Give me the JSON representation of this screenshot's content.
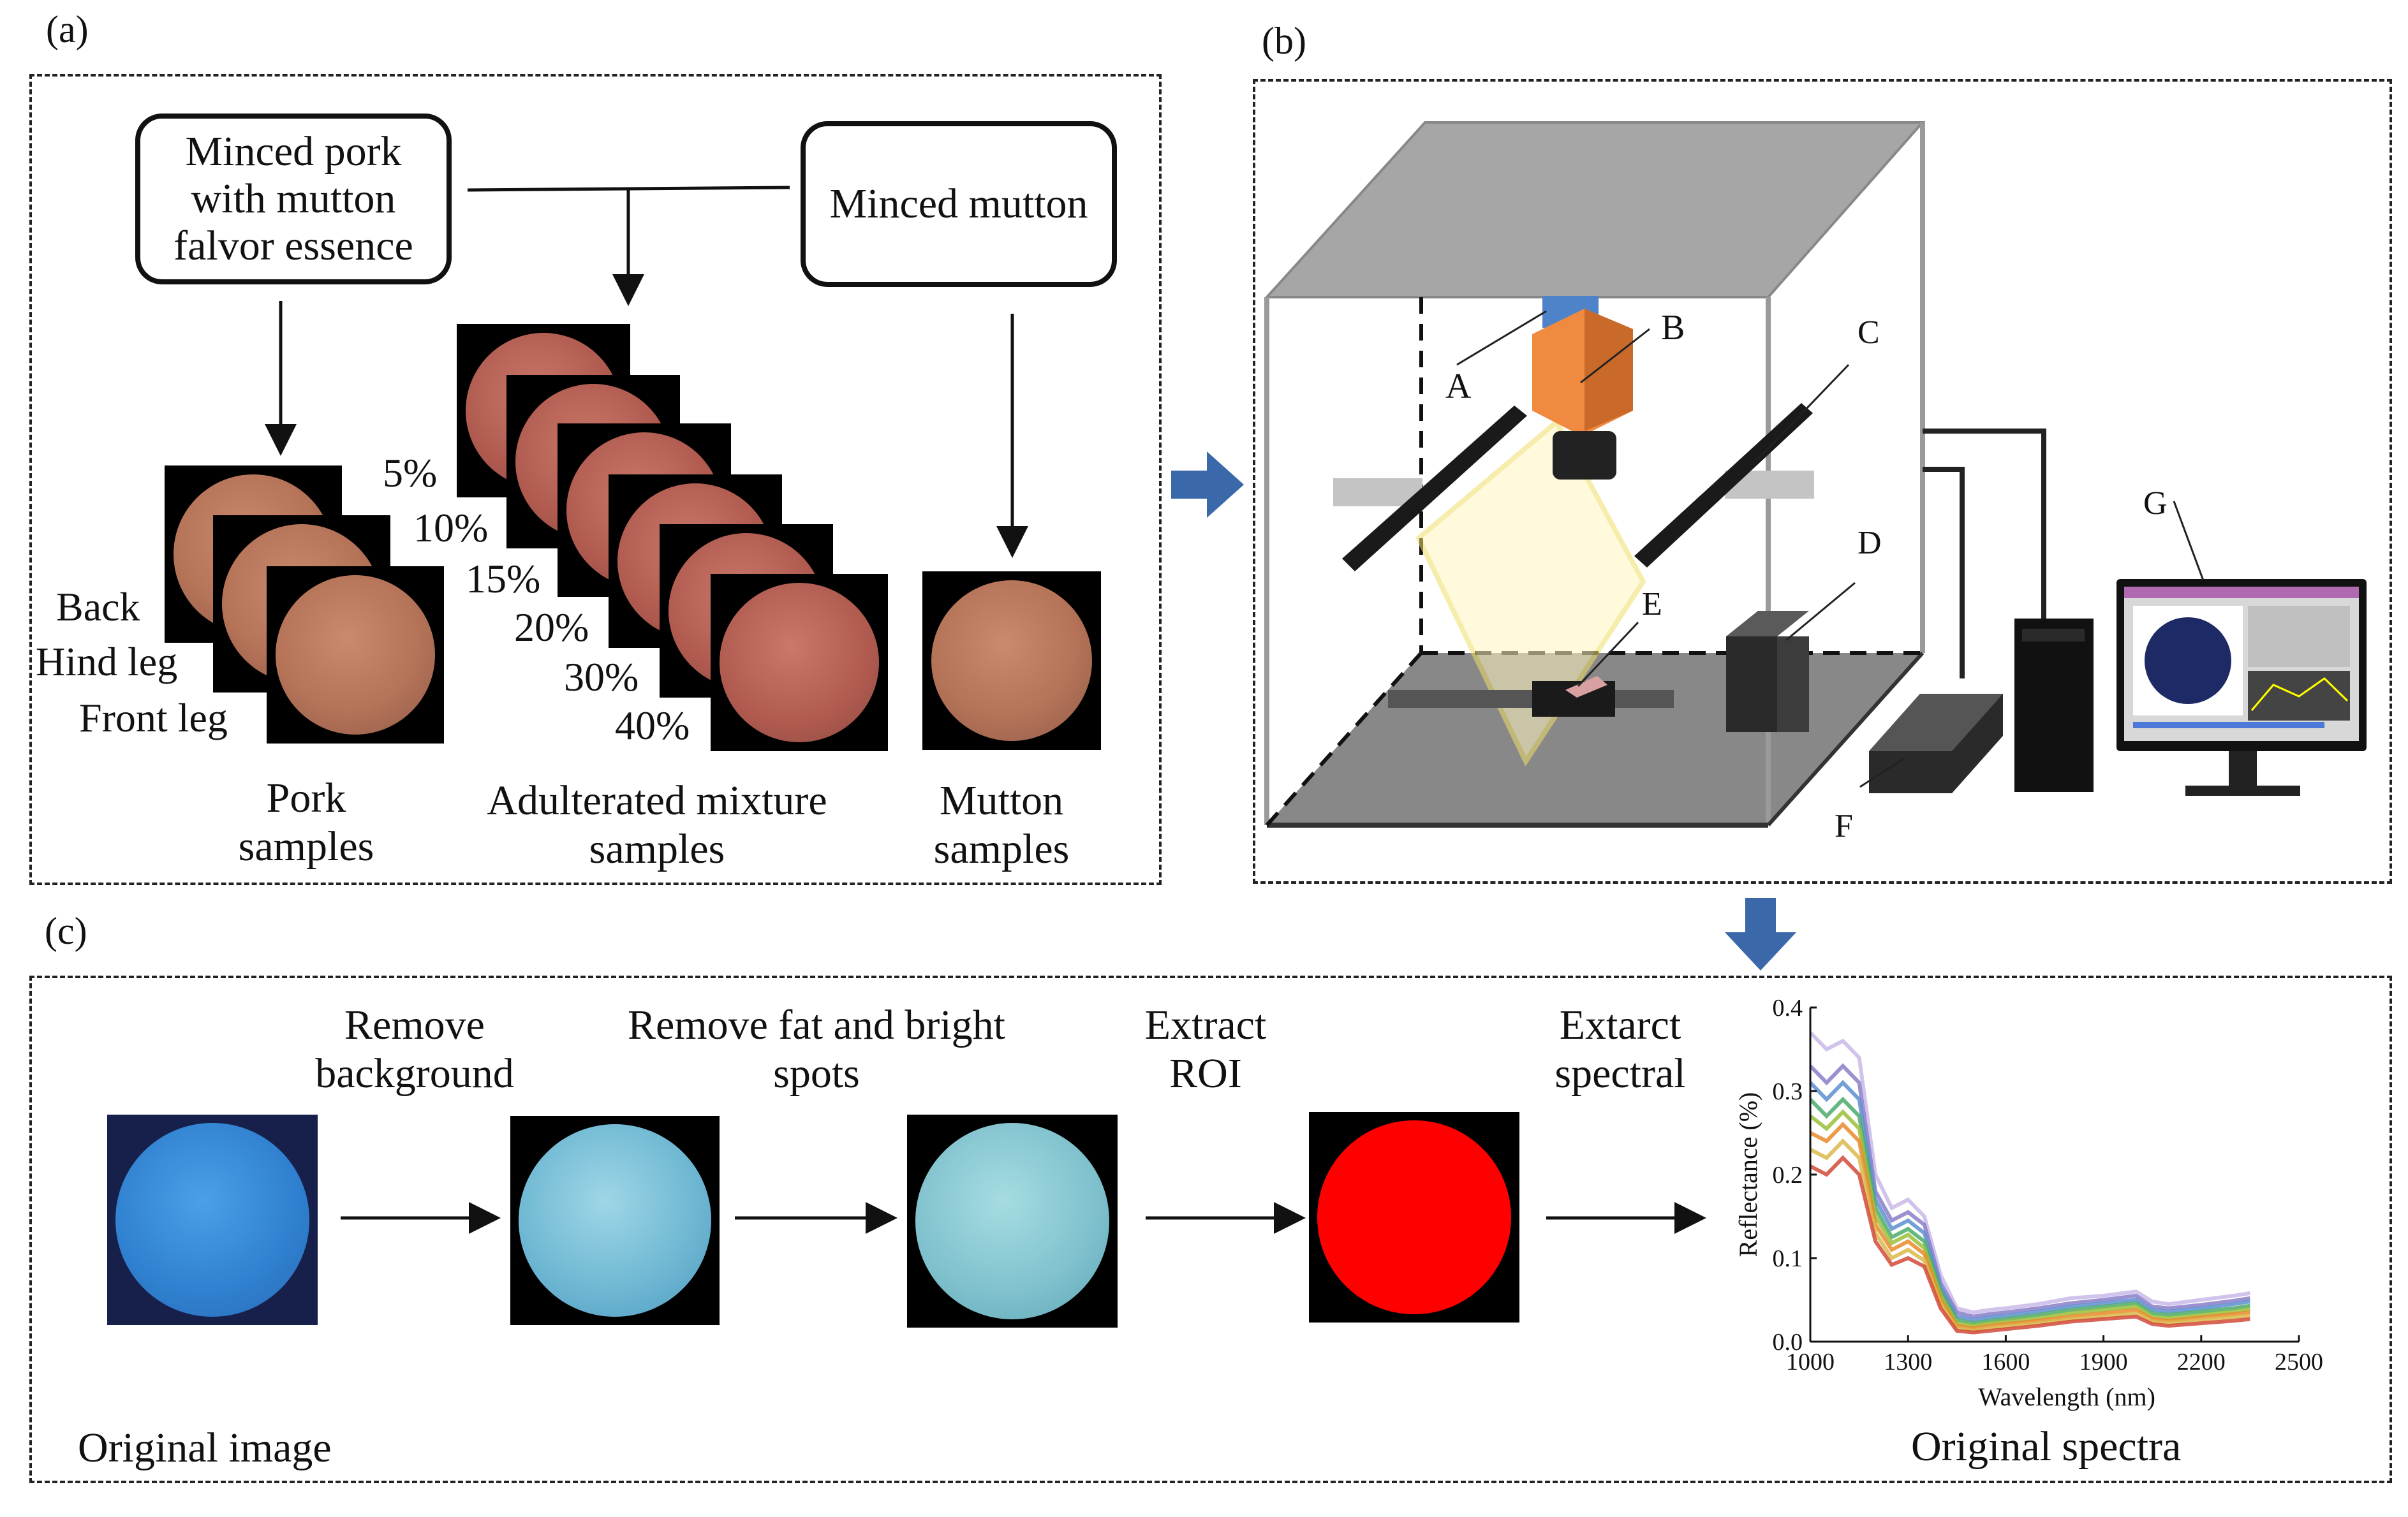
{
  "panel_a": {
    "label": "(a)",
    "source_left": "Minced pork with mutton falvor essence",
    "source_right": "Minced mutton",
    "pork_parts": [
      "Back",
      "Hind leg",
      "Front leg"
    ],
    "percentages": [
      "5%",
      "10%",
      "15%",
      "20%",
      "30%",
      "40%"
    ],
    "captions": {
      "pork": "Pork samples",
      "mixture": "Adulterated mixture samples",
      "mutton": "Mutton samples"
    }
  },
  "panel_b": {
    "label": "(b)",
    "component_letters": [
      "A",
      "B",
      "C",
      "D",
      "E",
      "F",
      "G"
    ]
  },
  "panel_c": {
    "label": "(c)",
    "steps": [
      "Remove background",
      "Remove fat and bright spots",
      "Extract ROI",
      "Extarct spectral"
    ],
    "caption_left": "Original image",
    "caption_right": "Original spectra"
  },
  "chart_data": {
    "type": "line",
    "title": "",
    "xlabel": "Wavelength (nm)",
    "ylabel": "Reflectance (%)",
    "xlim": [
      1000,
      2500
    ],
    "ylim": [
      0.0,
      0.4
    ],
    "xticks": [
      "1000",
      "1300",
      "1600",
      "1900",
      "2200",
      "2500"
    ],
    "yticks": [
      "0.0",
      "0.1",
      "0.2",
      "0.3",
      "0.4"
    ],
    "grid": false,
    "x": [
      1000,
      1050,
      1100,
      1150,
      1200,
      1250,
      1300,
      1350,
      1400,
      1450,
      1500,
      1550,
      1600,
      1700,
      1800,
      1900,
      2000,
      2050,
      2100,
      2200,
      2300,
      2350
    ],
    "series": [
      {
        "color": "#c9b8e8",
        "values": [
          0.37,
          0.35,
          0.36,
          0.34,
          0.2,
          0.16,
          0.17,
          0.15,
          0.08,
          0.04,
          0.035,
          0.038,
          0.04,
          0.045,
          0.052,
          0.055,
          0.06,
          0.048,
          0.045,
          0.05,
          0.055,
          0.058
        ]
      },
      {
        "color": "#8a7cc8",
        "values": [
          0.33,
          0.31,
          0.33,
          0.31,
          0.18,
          0.145,
          0.155,
          0.14,
          0.07,
          0.035,
          0.03,
          0.033,
          0.035,
          0.04,
          0.046,
          0.05,
          0.055,
          0.042,
          0.04,
          0.044,
          0.049,
          0.052
        ]
      },
      {
        "color": "#5d8fd0",
        "values": [
          0.31,
          0.29,
          0.31,
          0.29,
          0.17,
          0.135,
          0.145,
          0.13,
          0.065,
          0.03,
          0.026,
          0.029,
          0.031,
          0.036,
          0.042,
          0.046,
          0.05,
          0.038,
          0.036,
          0.04,
          0.045,
          0.048
        ]
      },
      {
        "color": "#4caa6a",
        "values": [
          0.29,
          0.27,
          0.29,
          0.27,
          0.16,
          0.125,
          0.135,
          0.12,
          0.06,
          0.026,
          0.022,
          0.025,
          0.027,
          0.032,
          0.038,
          0.042,
          0.046,
          0.034,
          0.032,
          0.036,
          0.04,
          0.043
        ]
      },
      {
        "color": "#9abf3a",
        "values": [
          0.27,
          0.255,
          0.275,
          0.255,
          0.15,
          0.118,
          0.128,
          0.112,
          0.055,
          0.022,
          0.019,
          0.022,
          0.024,
          0.028,
          0.034,
          0.038,
          0.042,
          0.03,
          0.028,
          0.032,
          0.036,
          0.039
        ]
      },
      {
        "color": "#e88a2a",
        "values": [
          0.25,
          0.24,
          0.26,
          0.24,
          0.14,
          0.11,
          0.12,
          0.105,
          0.05,
          0.019,
          0.016,
          0.019,
          0.021,
          0.025,
          0.03,
          0.034,
          0.038,
          0.027,
          0.025,
          0.029,
          0.033,
          0.035
        ]
      },
      {
        "color": "#d9b84a",
        "values": [
          0.23,
          0.22,
          0.24,
          0.22,
          0.13,
          0.1,
          0.11,
          0.097,
          0.045,
          0.016,
          0.013,
          0.016,
          0.018,
          0.022,
          0.027,
          0.03,
          0.034,
          0.024,
          0.022,
          0.026,
          0.029,
          0.031
        ]
      },
      {
        "color": "#d24a3a",
        "values": [
          0.21,
          0.2,
          0.22,
          0.2,
          0.12,
          0.092,
          0.1,
          0.09,
          0.04,
          0.013,
          0.011,
          0.013,
          0.015,
          0.019,
          0.024,
          0.027,
          0.03,
          0.021,
          0.019,
          0.022,
          0.025,
          0.027
        ]
      }
    ]
  }
}
